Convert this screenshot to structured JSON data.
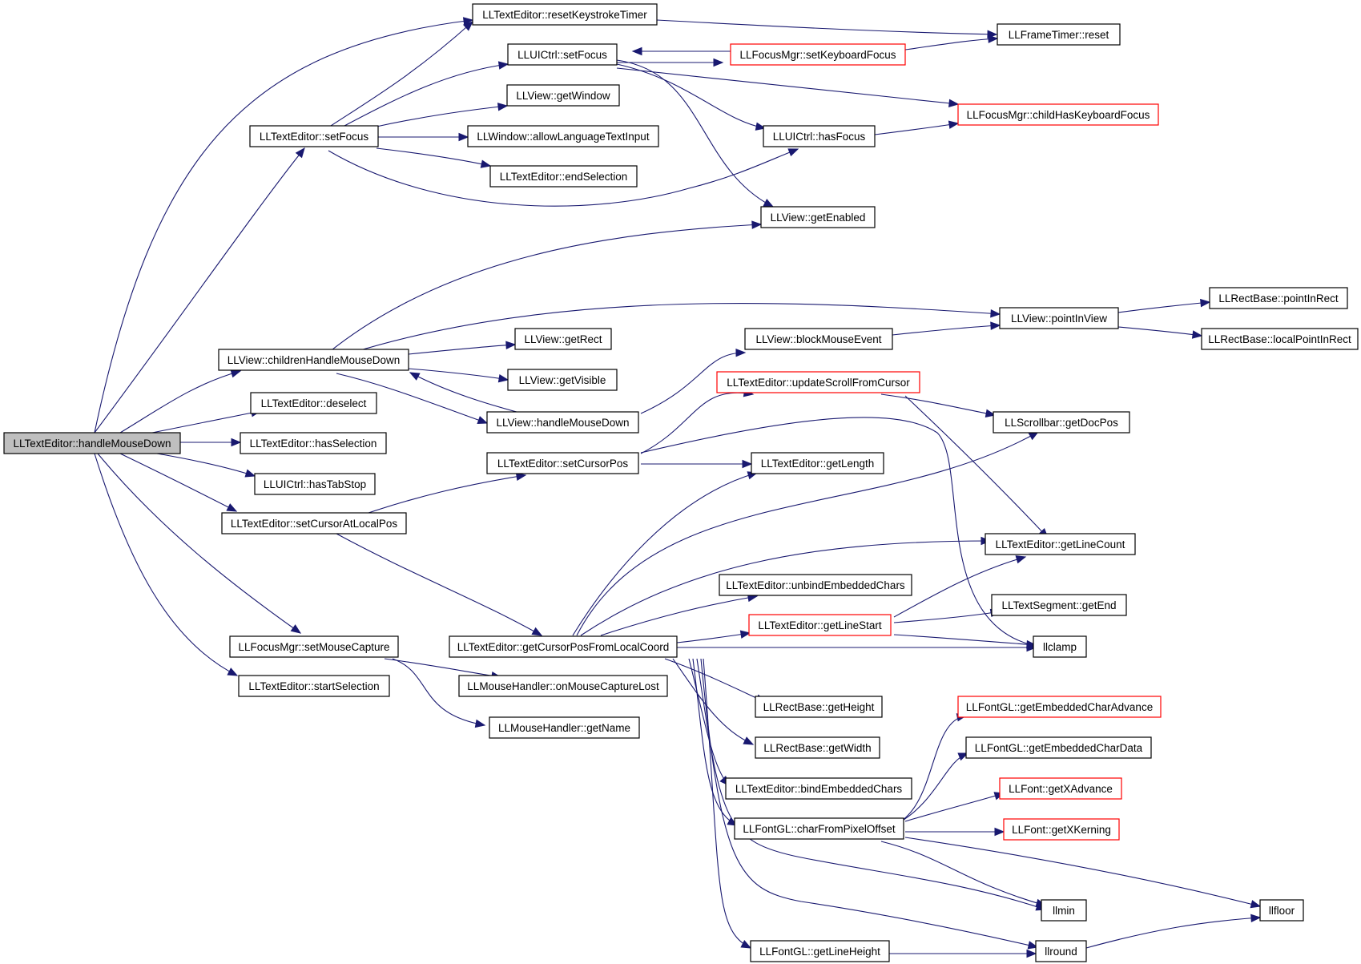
{
  "diagram": {
    "colors": {
      "edge": "#191970",
      "border": "#000000",
      "incomplete_border": "#ff0000",
      "root_fill": "#bfbfbf"
    },
    "nodes": [
      {
        "id": "root",
        "label": "LLTextEditor::handleMouseDown"
      },
      {
        "id": "resetKT",
        "label": "LLTextEditor::resetKeystrokeTimer"
      },
      {
        "id": "ftReset",
        "label": "LLFrameTimer::reset"
      },
      {
        "id": "uiSetFocus",
        "label": "LLUICtrl::setFocus"
      },
      {
        "id": "fmSetKF",
        "label": "LLFocusMgr::setKeyboardFocus"
      },
      {
        "id": "getWindow",
        "label": "LLView::getWindow"
      },
      {
        "id": "fmChildHKF",
        "label": "LLFocusMgr::childHasKeyboardFocus"
      },
      {
        "id": "teSetFocus",
        "label": "LLTextEditor::setFocus"
      },
      {
        "id": "allowLang",
        "label": "LLWindow::allowLanguageTextInput"
      },
      {
        "id": "uiHasFocus",
        "label": "LLUICtrl::hasFocus"
      },
      {
        "id": "endSel",
        "label": "LLTextEditor::endSelection"
      },
      {
        "id": "getEnabled",
        "label": "LLView::getEnabled"
      },
      {
        "id": "pointInRect",
        "label": "LLRectBase::pointInRect"
      },
      {
        "id": "pointInView",
        "label": "LLView::pointInView"
      },
      {
        "id": "blockME",
        "label": "LLView::blockMouseEvent"
      },
      {
        "id": "getRect",
        "label": "LLView::getRect"
      },
      {
        "id": "localPIR",
        "label": "LLRectBase::localPointInRect"
      },
      {
        "id": "childrenHMD",
        "label": "LLView::childrenHandleMouseDown"
      },
      {
        "id": "updScroll",
        "label": "LLTextEditor::updateScrollFromCursor"
      },
      {
        "id": "getVisible",
        "label": "LLView::getVisible"
      },
      {
        "id": "deselect",
        "label": "LLTextEditor::deselect"
      },
      {
        "id": "handleMD",
        "label": "LLView::handleMouseDown"
      },
      {
        "id": "docPos",
        "label": "LLScrollbar::getDocPos"
      },
      {
        "id": "hasSel",
        "label": "LLTextEditor::hasSelection"
      },
      {
        "id": "setCurPos",
        "label": "LLTextEditor::setCursorPos"
      },
      {
        "id": "getLength",
        "label": "LLTextEditor::getLength"
      },
      {
        "id": "hasTab",
        "label": "LLUICtrl::hasTabStop"
      },
      {
        "id": "setCurALP",
        "label": "LLTextEditor::setCursorAtLocalPos"
      },
      {
        "id": "lineCount",
        "label": "LLTextEditor::getLineCount"
      },
      {
        "id": "unbind",
        "label": "LLTextEditor::unbindEmbeddedChars"
      },
      {
        "id": "segEnd",
        "label": "LLTextSegment::getEnd"
      },
      {
        "id": "lineStart",
        "label": "LLTextEditor::getLineStart"
      },
      {
        "id": "setMC",
        "label": "LLFocusMgr::setMouseCapture"
      },
      {
        "id": "curPosFLC",
        "label": "LLTextEditor::getCursorPosFromLocalCoord"
      },
      {
        "id": "llclamp",
        "label": "llclamp"
      },
      {
        "id": "startSel",
        "label": "LLTextEditor::startSelection"
      },
      {
        "id": "onMCL",
        "label": "LLMouseHandler::onMouseCaptureLost"
      },
      {
        "id": "getHeight",
        "label": "LLRectBase::getHeight"
      },
      {
        "id": "embAdv",
        "label": "LLFontGL::getEmbeddedCharAdvance"
      },
      {
        "id": "getName",
        "label": "LLMouseHandler::getName"
      },
      {
        "id": "getWidth",
        "label": "LLRectBase::getWidth"
      },
      {
        "id": "embData",
        "label": "LLFontGL::getEmbeddedCharData"
      },
      {
        "id": "bindEmb",
        "label": "LLTextEditor::bindEmbeddedChars"
      },
      {
        "id": "xAdv",
        "label": "LLFont::getXAdvance"
      },
      {
        "id": "charFPO",
        "label": "LLFontGL::charFromPixelOffset"
      },
      {
        "id": "xKern",
        "label": "LLFont::getXKerning"
      },
      {
        "id": "llmin",
        "label": "llmin"
      },
      {
        "id": "llfloor",
        "label": "llfloor"
      },
      {
        "id": "lineHeight",
        "label": "LLFontGL::getLineHeight"
      },
      {
        "id": "llround",
        "label": "llround"
      }
    ]
  }
}
